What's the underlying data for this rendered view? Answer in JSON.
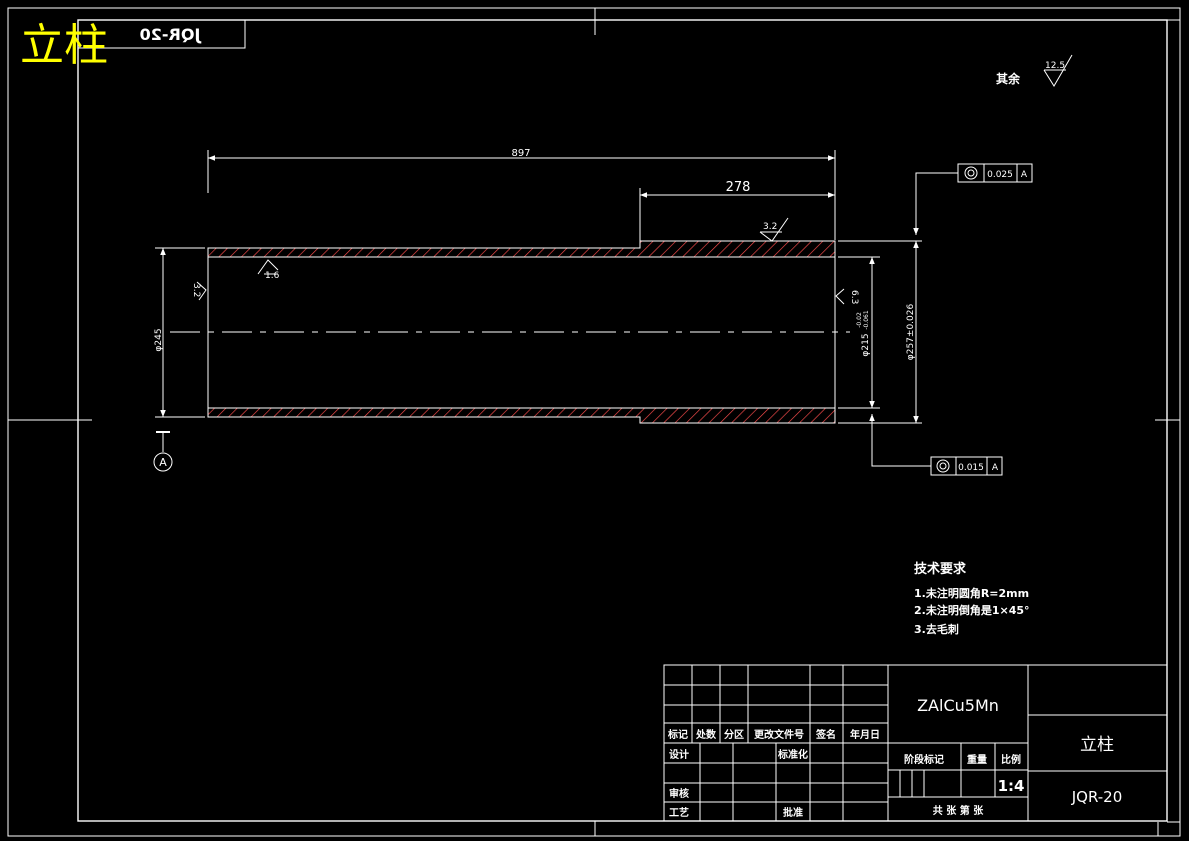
{
  "title_overlay": "立柱",
  "drawing_code_box": "JQR-20",
  "rest_roughness": {
    "label": "其余",
    "value": "12.5"
  },
  "dimensions": {
    "overall_length": "897",
    "step_length": "278",
    "left_diameter": "φ245",
    "right_outer_diameter": "φ257±0.026",
    "inner_diameter": "φ215",
    "inner_tol_upper": "-0.02",
    "inner_tol_lower": "-0.061"
  },
  "roughness_marks": {
    "outer_step": "3.2",
    "left_inner": "1.6",
    "left_end": "3.2",
    "right_end": "6.3"
  },
  "tolerance_frames": {
    "top": {
      "value": "0.025",
      "datum": "A"
    },
    "bottom": {
      "value": "0.015",
      "datum": "A"
    }
  },
  "datum_label": "A",
  "tech_requirements": {
    "heading": "技术要求",
    "items": [
      "1.未注明圆角R=2mm",
      "2.未注明倒角是1×45°",
      "3.去毛刺"
    ]
  },
  "title_block": {
    "material": "ZAlCu5Mn",
    "part_name": "立柱",
    "drawing_no": "JQR-20",
    "header_cells": [
      "标记",
      "处数",
      "分区",
      "更改文件号",
      "签名",
      "年月日"
    ],
    "design": "设计",
    "standardization": "标准化",
    "stage_mark": "阶段标记",
    "weight": "重量",
    "scale_label": "比例",
    "scale": "1:4",
    "review": "审核",
    "process": "工艺",
    "approve": "批准",
    "sheets": "共 张 第 张"
  }
}
